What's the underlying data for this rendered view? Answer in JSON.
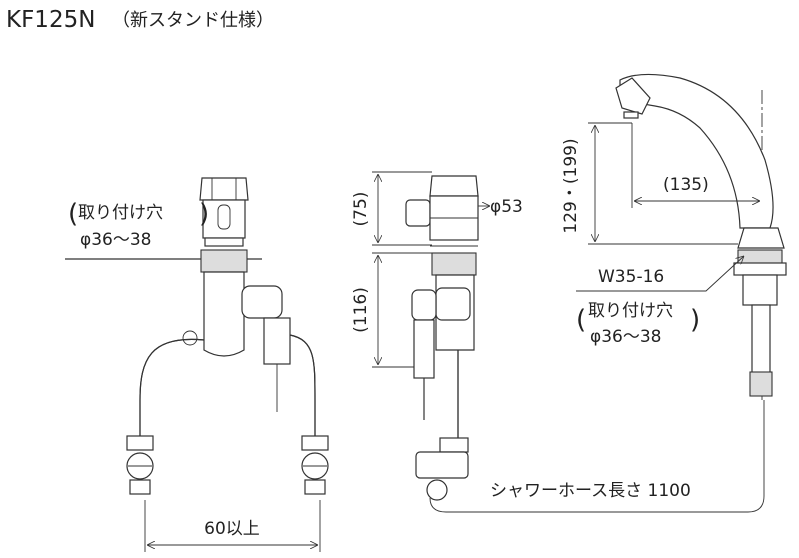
{
  "title": {
    "model": "KF125N",
    "subtitle": "（新スタンド仕様）"
  },
  "left_view": {
    "mount_hole_label": "取り付け穴",
    "mount_hole_size": "φ36〜38",
    "spacing_dim": "60以上"
  },
  "middle_view": {
    "dim_upper": "(75)",
    "dim_lower": "(116)",
    "diameter": "φ53",
    "hose_length": "シャワーホース長さ 1100"
  },
  "right_view": {
    "height_dim": "129・(199)",
    "reach_dim": "(135)",
    "thread": "W35-16",
    "mount_hole_label": "取り付け穴",
    "mount_hole_size": "φ36〜38"
  }
}
